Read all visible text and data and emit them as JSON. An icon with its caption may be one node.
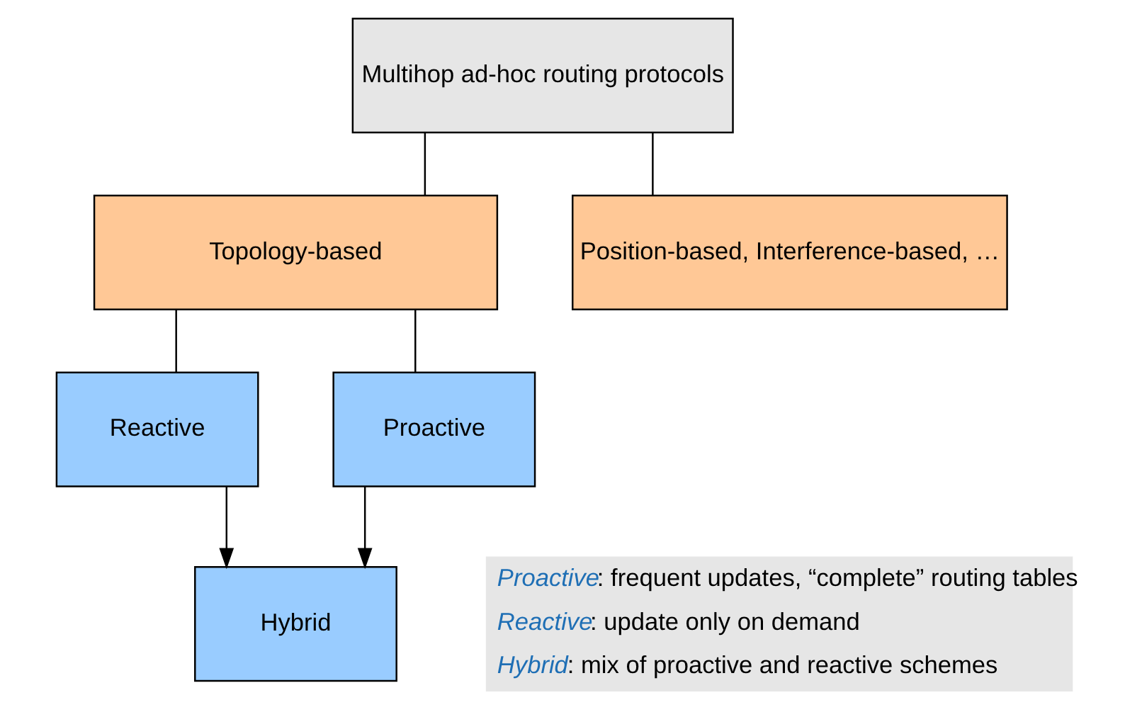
{
  "diagram": {
    "nodes": [
      {
        "text": [
          "Multihop ad-hoc routing protocols"
        ]
      },
      {
        "text": [
          "Topology-based"
        ]
      },
      {
        "text": [
          "Position-based, Interference-based, …"
        ]
      },
      {
        "text": [
          "Reactive"
        ]
      },
      {
        "text": [
          "Proactive"
        ]
      },
      {
        "text": [
          "Hybrid"
        ]
      }
    ],
    "edges": [
      {
        "from": 0,
        "to": 1,
        "arrow": "none"
      },
      {
        "from": 0,
        "to": 2,
        "arrow": "none"
      },
      {
        "from": 1,
        "to": 3,
        "arrow": "none"
      },
      {
        "from": 1,
        "to": 4,
        "arrow": "none"
      },
      {
        "from": 3,
        "to": 5,
        "arrow": "to"
      },
      {
        "from": 4,
        "to": 5,
        "arrow": "to"
      }
    ],
    "labels": [
      "*Proactive*: frequent updates, “complete” routing tables",
      "*Reactive*: update only on demand",
      "*Hybrid*: mix of proactive and reactive schemes"
    ]
  }
}
